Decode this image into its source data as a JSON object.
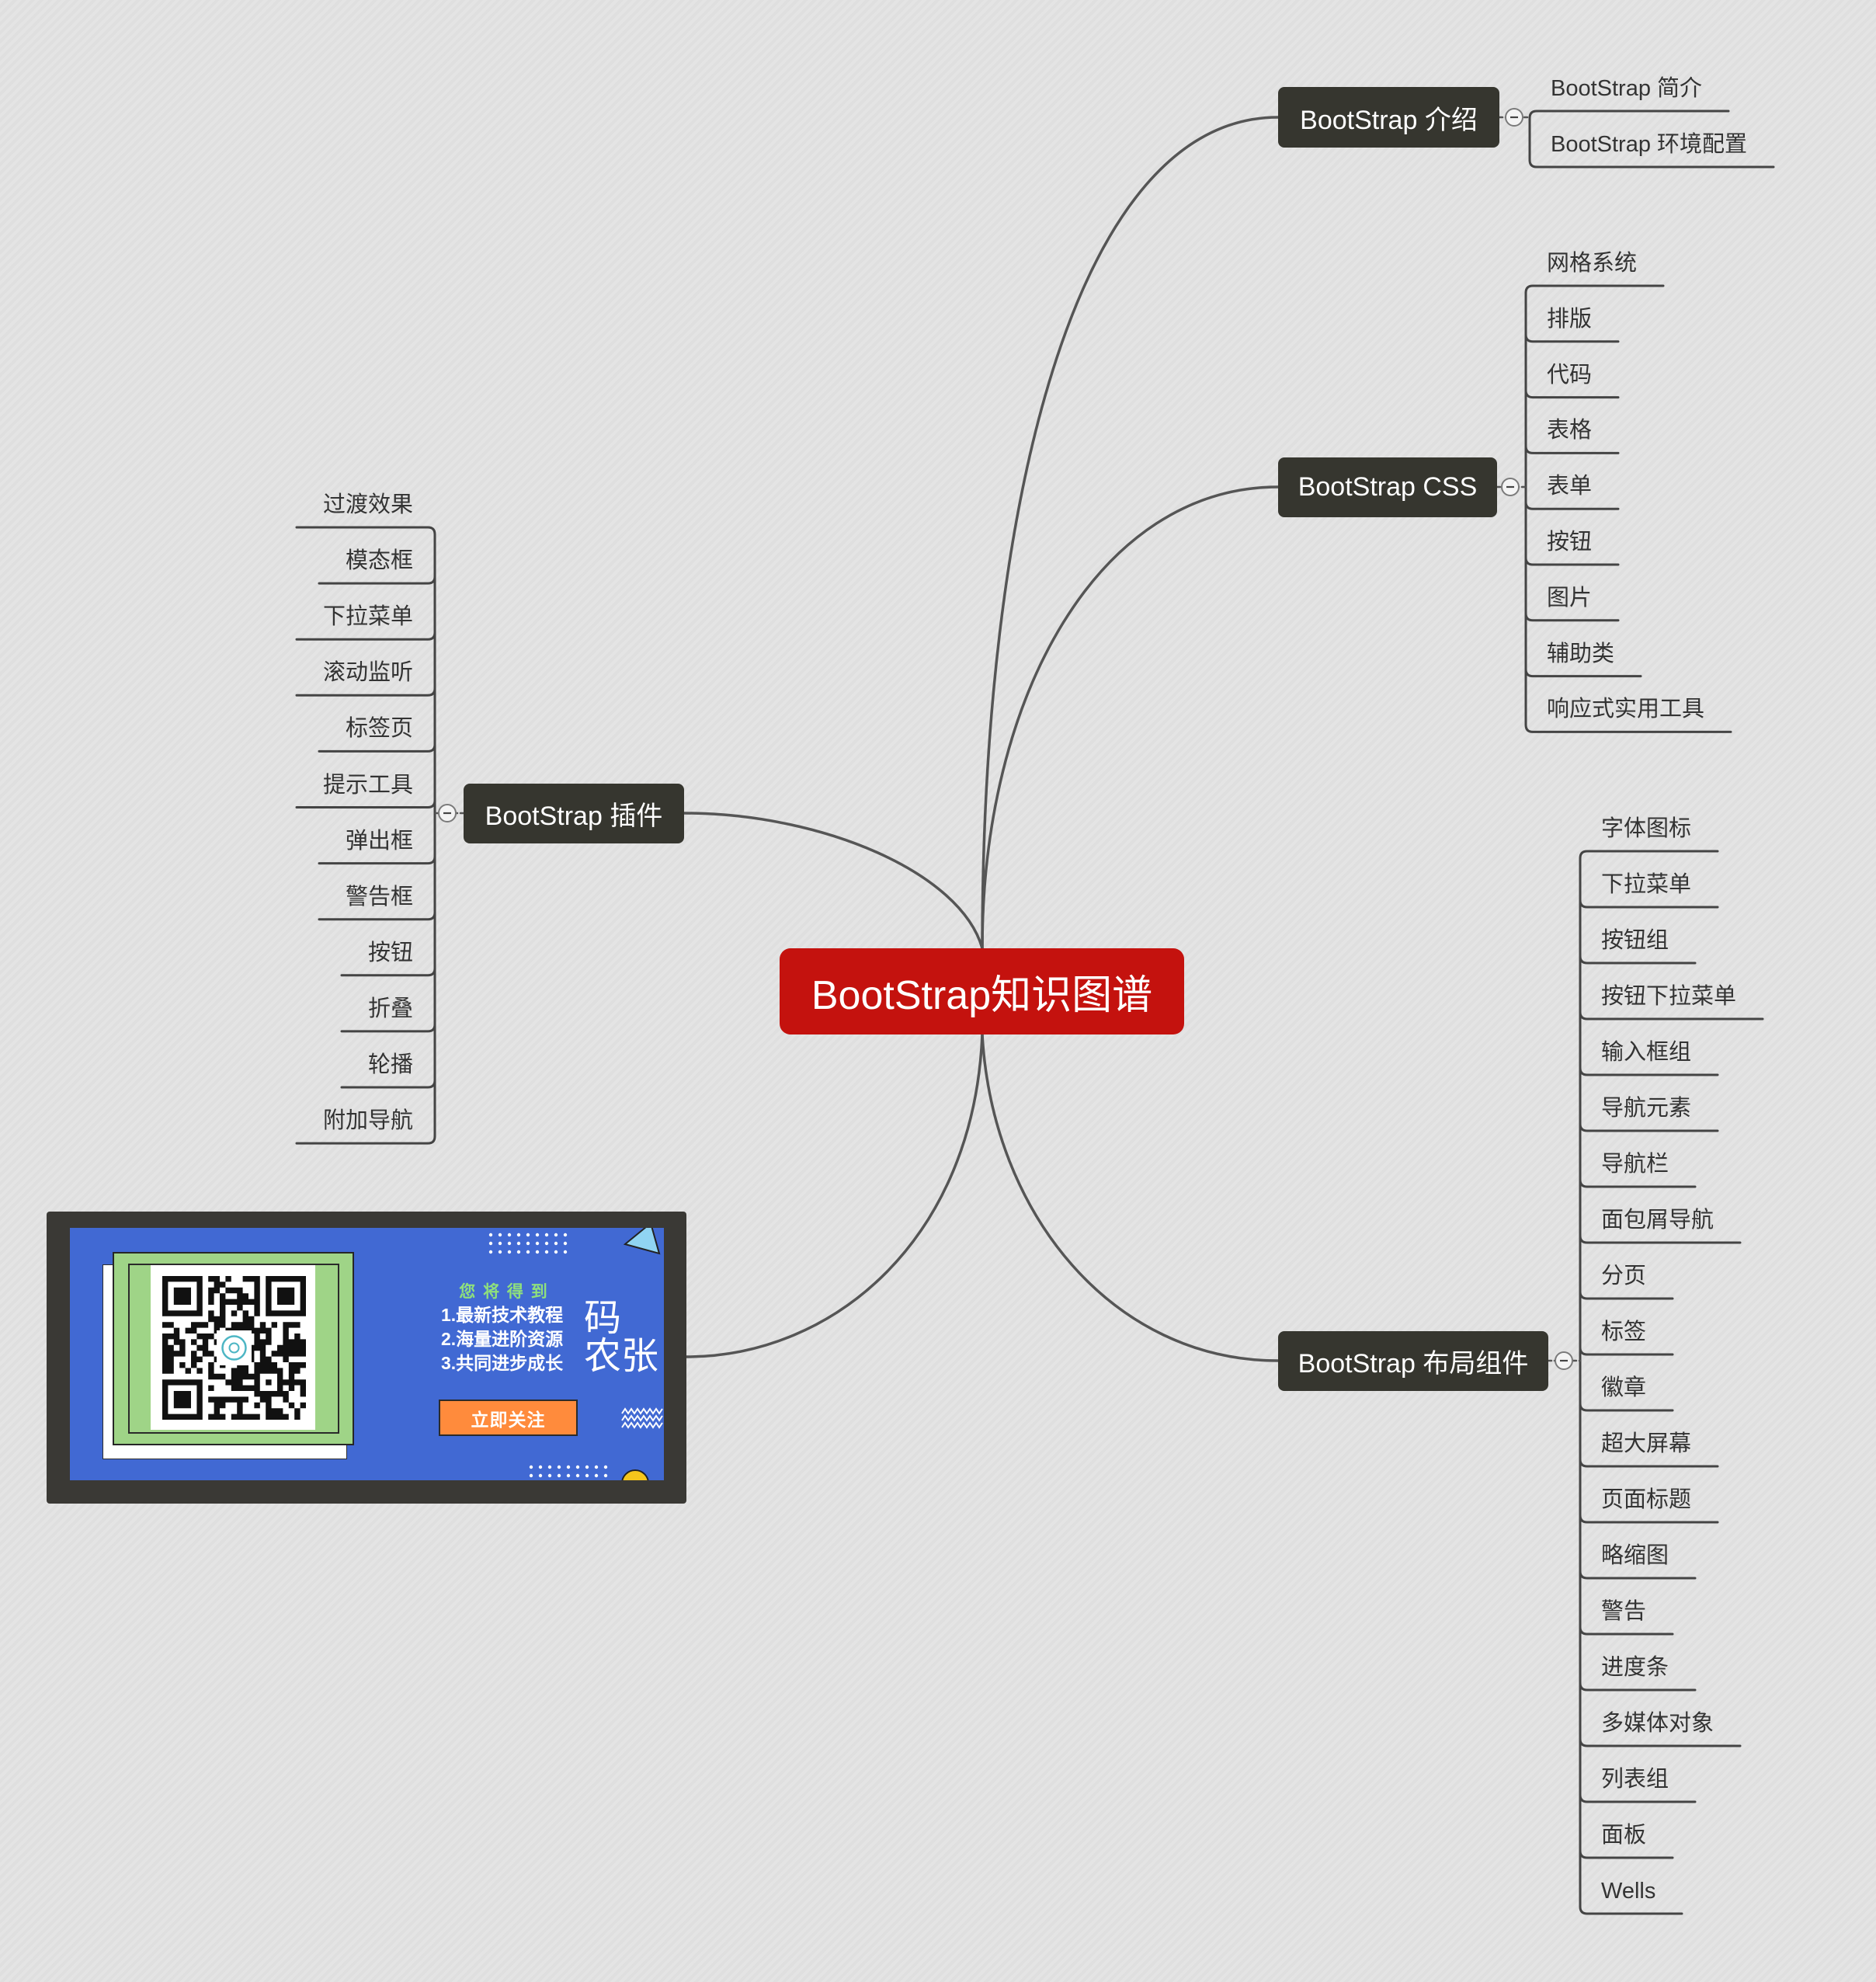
{
  "central_topic": "BootStrap知识图谱",
  "branches": {
    "intro": {
      "label": "BootStrap 介绍",
      "items": [
        "BootStrap 简介",
        "BootStrap 环境配置"
      ]
    },
    "css": {
      "label": "BootStrap CSS",
      "items": [
        "网格系统",
        "排版",
        "代码",
        "表格",
        "表单",
        "按钮",
        "图片",
        "辅助类",
        "响应式实用工具"
      ]
    },
    "plugins": {
      "label": "BootStrap 插件",
      "items": [
        "过渡效果",
        "模态框",
        "下拉菜单",
        "滚动监听",
        "标签页",
        "提示工具",
        "弹出框",
        "警告框",
        "按钮",
        "折叠",
        "轮播",
        "附加导航"
      ]
    },
    "layout": {
      "label": "BootStrap 布局组件",
      "items": [
        "字体图标",
        "下拉菜单",
        "按钮组",
        "按钮下拉菜单",
        "输入框组",
        "导航元素",
        "导航栏",
        "面包屑导航",
        "分页",
        "标签",
        "徽章",
        "超大屏幕",
        "页面标题",
        "略缩图",
        "警告",
        "进度条",
        "多媒体对象",
        "列表组",
        "面板",
        "Wells"
      ]
    }
  },
  "promo": {
    "heading": "您 将 得 到",
    "benefits": [
      "1.最新技术教程",
      "2.海量进阶资源",
      "3.共同进步成长"
    ],
    "brand_line1": "码",
    "brand_line2": "农张",
    "button_label": "立即关注"
  },
  "icons": {
    "collapse_toggle": "minus-icon",
    "promo_code": "qr-code-icon"
  },
  "colors": {
    "background": "#e2e2e2",
    "central_topic": "#c4120e",
    "branch_topic": "#36362f",
    "connector": "#555555",
    "promo_blue": "#4169d3",
    "promo_green": "#9fd487",
    "promo_button": "#ff8b3c",
    "promo_heading": "#8fe07c"
  }
}
